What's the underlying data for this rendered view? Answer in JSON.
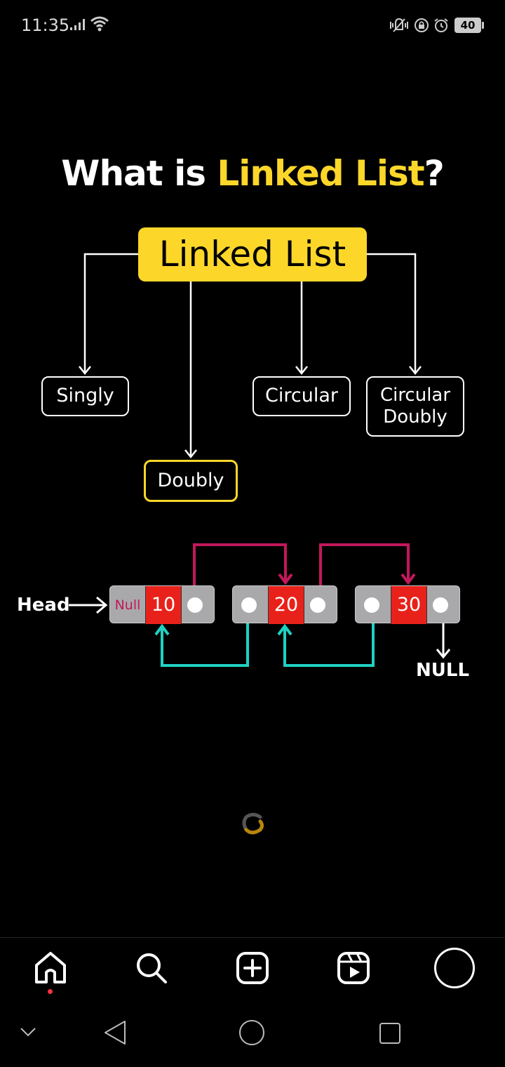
{
  "status_bar": {
    "time": "11:35",
    "battery": "40",
    "icons": [
      "signal-icon",
      "wifi-icon",
      "vibrate-icon",
      "lock-icon",
      "alarm-icon",
      "battery-icon"
    ]
  },
  "post": {
    "title_part1": "What is ",
    "title_part2": "Linked List",
    "title_part3": "?",
    "root_label": "Linked List",
    "types": {
      "singly": "Singly",
      "doubly": "Doubly",
      "circular": "Circular",
      "circular_doubly": "Circular Doubly"
    },
    "example": {
      "head_label": "Head",
      "null_inside": "Null",
      "tail_null": "NULL",
      "nodes": [
        "10",
        "20",
        "30"
      ]
    }
  },
  "colors": {
    "accent_yellow": "#fcd72a",
    "node_red": "#e8221a",
    "next_pointer": "#c2185b",
    "prev_pointer": "#1fd1c1",
    "node_gray": "#a9a9ab"
  },
  "bottom_nav": {
    "items": [
      "home-icon",
      "search-icon",
      "create-icon",
      "reels-icon",
      "profile-icon"
    ]
  },
  "system_nav": {
    "items": [
      "collapse-icon",
      "back-icon",
      "home-circle-icon",
      "recents-icon"
    ]
  }
}
